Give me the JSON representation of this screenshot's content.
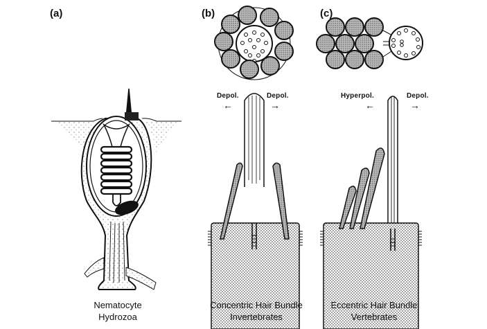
{
  "figure": {
    "panels": [
      {
        "id": "a",
        "label": "(a)",
        "caption_line1": "Nematocyte",
        "caption_line2": "Hydrozoa"
      },
      {
        "id": "b",
        "label": "(b)",
        "caption_line1": "Concentric Hair Bundle",
        "caption_line2": "Invertebrates",
        "left_direction": "Depol.",
        "right_direction": "Depol.",
        "left_arrow": "←",
        "right_arrow": "→"
      },
      {
        "id": "c",
        "label": "(c)",
        "caption_line1": "Eccentric Hair Bundle",
        "caption_line2": "Vertebrates",
        "left_direction": "Hyperpol.",
        "right_direction": "Depol.",
        "left_arrow": "←",
        "right_arrow": "→"
      }
    ]
  }
}
